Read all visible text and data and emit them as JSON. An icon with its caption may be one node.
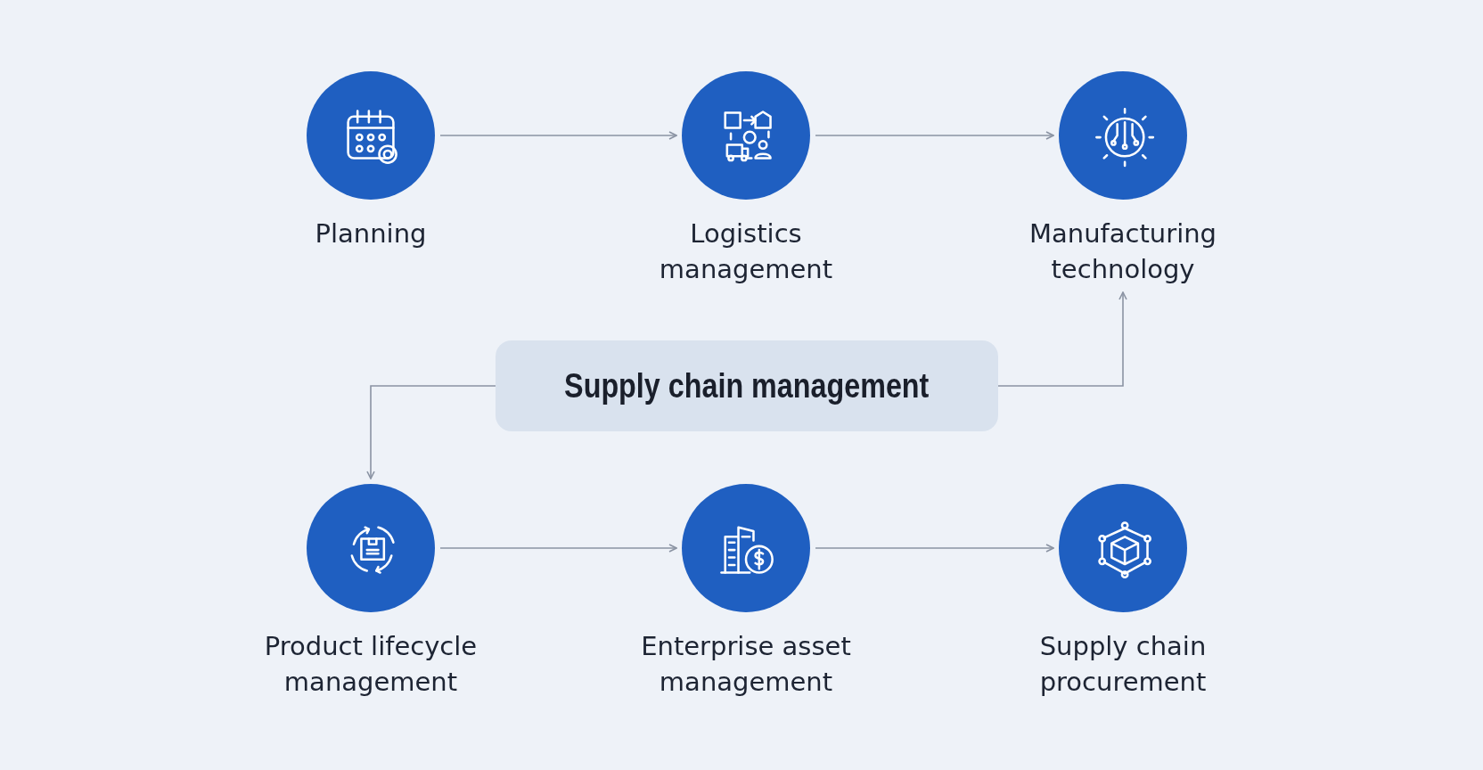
{
  "diagram": {
    "nodes": [
      {
        "text": [
          "Planning"
        ]
      },
      {
        "text": [
          "Logistics management"
        ]
      },
      {
        "text": [
          "Manufacturing technology"
        ]
      },
      {
        "text": [
          "Supply chain management"
        ]
      },
      {
        "text": [
          "Product lifecycle management"
        ]
      },
      {
        "text": [
          "Enterprise asset management"
        ]
      },
      {
        "text": [
          "Supply chain procurement"
        ]
      }
    ],
    "edges": [
      {
        "from": 0,
        "to": 1,
        "arrow": "to"
      },
      {
        "from": 1,
        "to": 2,
        "arrow": "to"
      },
      {
        "from": 3,
        "to": 2,
        "arrow": "to"
      },
      {
        "from": 3,
        "to": 4,
        "arrow": "to"
      },
      {
        "from": 4,
        "to": 5,
        "arrow": "to"
      },
      {
        "from": 5,
        "to": 6,
        "arrow": "to"
      }
    ]
  }
}
